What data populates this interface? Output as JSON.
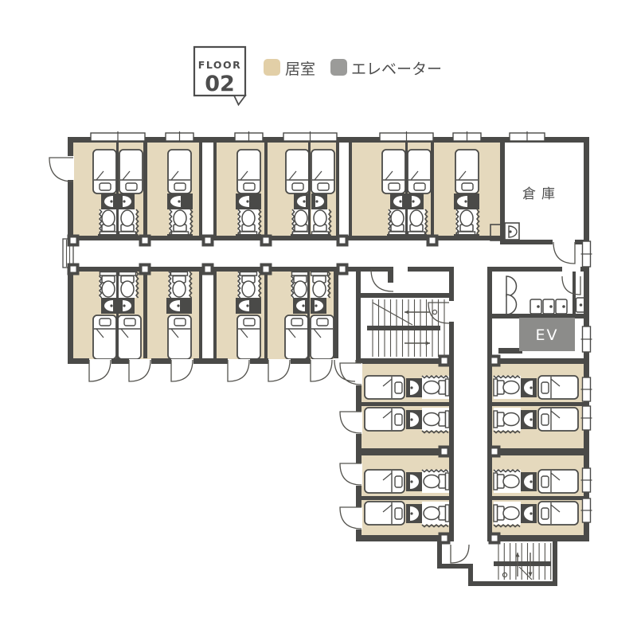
{
  "page": {
    "background": "#ffffff"
  },
  "floor_badge": {
    "label": "FLOOR",
    "number": "02"
  },
  "legend": {
    "items": [
      {
        "label": "居室",
        "color": "#e2cfa7",
        "meaning": "guest-room"
      },
      {
        "label": "エレベーター",
        "color": "#9b9b99",
        "meaning": "elevator"
      }
    ]
  },
  "plan": {
    "storage_room_label": "倉庫",
    "elevator_label": "EV",
    "colors": {
      "guest_room_fill": "#e5d9bd",
      "elevator_fill": "#8c8c8a",
      "wall": "#4a4a48",
      "line": "#55544f",
      "floor_white": "#ffffff",
      "text": "#4d4d4d",
      "elevator_text": "#ffffff"
    },
    "icons": [
      "bed-icon",
      "toilet-icon",
      "sink-icon",
      "door-icon",
      "window-icon",
      "stairs-icon",
      "column-icon",
      "folding-door-icon"
    ],
    "counts": {
      "upper_row_guest_rooms": 9,
      "lower_row_guest_rooms": 6,
      "wing_guest_rooms": 8,
      "elevators": 1,
      "stairwells": 2
    }
  }
}
